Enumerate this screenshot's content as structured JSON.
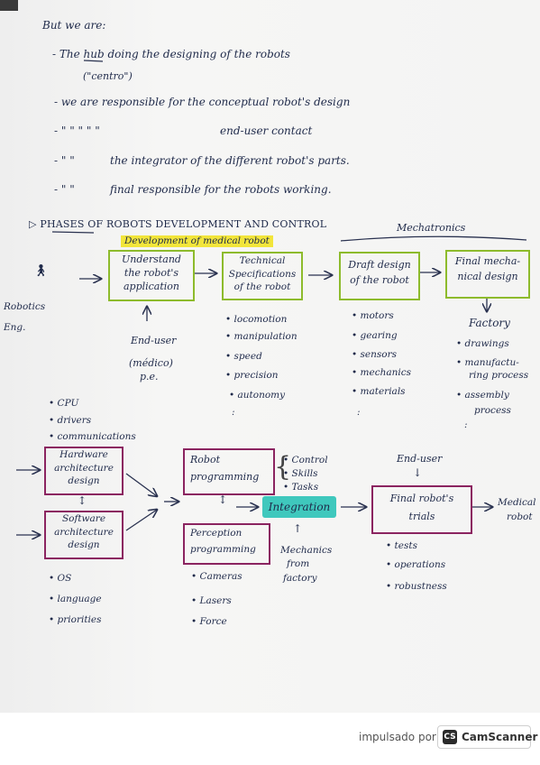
{
  "notes": {
    "intro": "But we are:",
    "line1": "- The hub doing the designing of the robots",
    "line1b": "(\"centro\")",
    "line2": "- we are responsible for the conceptual robot's design",
    "line3a": "- \"   \"   \"   \"   \"",
    "line3b": "end-user contact",
    "line4a": "- \"   \"",
    "line4b": "the integrator of the different robot's parts.",
    "line5a": "- \"   \"",
    "line5b": "final responsible for the robots working."
  },
  "section": {
    "heading": "▷ PHASES OF ROBOTS DEVELOPMENT AND CONTROL",
    "highlight": "Development of medical robot",
    "mechatronics": "Mechatronics"
  },
  "row1": {
    "robotics_eng_1": "Robotics",
    "robotics_eng_2": "Eng.",
    "box_understand": [
      "Understand",
      "the robot's",
      "application"
    ],
    "end_user": "End-user",
    "medico": "(médico)",
    "pe": "p.e.",
    "box_specs": [
      "Technical",
      "Specifications",
      "of the robot"
    ],
    "specs_items": [
      "• locomotion",
      "• manipulation",
      "• speed",
      "• precision",
      "• autonomy",
      ":"
    ],
    "box_draft": [
      "Draft design",
      "of the robot"
    ],
    "draft_items": [
      "• motors",
      "• gearing",
      "• sensors",
      "• mechanics",
      "• materials",
      ":"
    ],
    "box_final": [
      "Final mecha-",
      "nical design"
    ],
    "factory": "Factory",
    "factory_items": [
      "• drawings",
      "• manufactu-",
      "ring process",
      "• assembly",
      "process",
      ":"
    ]
  },
  "row2": {
    "hw_items": [
      "• CPU",
      "• drivers",
      "• communications"
    ],
    "box_hw": [
      "Hardware",
      "architecture",
      "design"
    ],
    "box_sw": [
      "Software",
      "architecture",
      "design"
    ],
    "sw_items": [
      "• OS",
      "• language",
      "• priorities"
    ],
    "box_robot_prog": [
      "Robot",
      "programming"
    ],
    "robot_prog_items": [
      "• Control",
      "• Skills",
      "• Tasks"
    ],
    "integration": "Integration",
    "box_perception": [
      "Perception",
      "programming"
    ],
    "perception_items": [
      "• Cameras",
      "• Lasers",
      "• Force"
    ],
    "mech_from_factory": [
      "Mechanics",
      "from",
      "factory"
    ],
    "end_user2": "End-user",
    "box_trials": [
      "Final robot's",
      "trials"
    ],
    "trials_items": [
      "• tests",
      "• operations",
      "• robustness"
    ],
    "medical_robot": [
      "Medical",
      "robot"
    ]
  },
  "footer": {
    "powered_by": "impulsado por",
    "logo_badge": "CS",
    "logo_name": "CamScanner"
  },
  "colors": {
    "ink": "#1f2a4a",
    "green_box": "#8dbb2c",
    "purple_box": "#8b2460",
    "yellow_highlight": "#f2e53a",
    "teal_highlight": "#3fc8bd"
  }
}
